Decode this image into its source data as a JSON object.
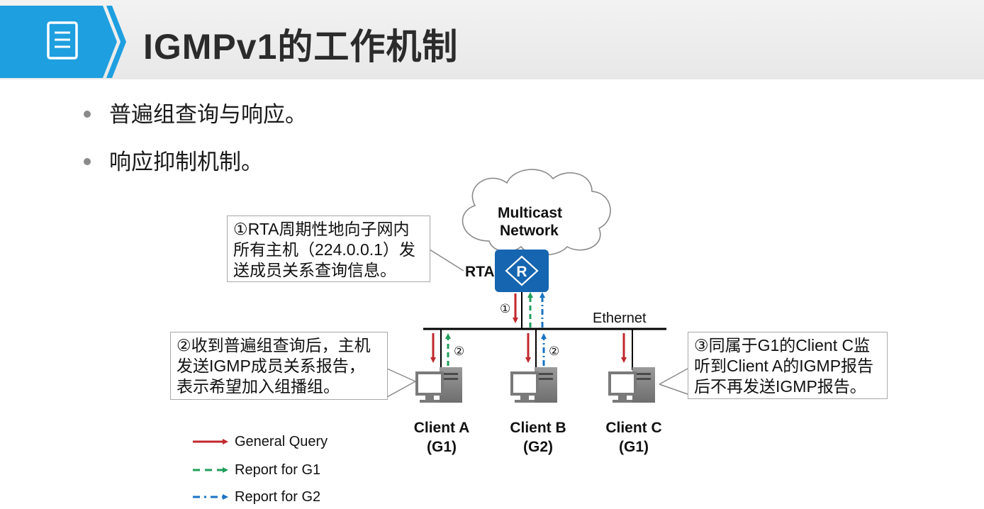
{
  "header": {
    "title": "IGMPv1的工作机制",
    "icon": "document-list-icon",
    "accent_color": "#1e9fe0"
  },
  "bullets": [
    "普遍组查询与响应。",
    "响应抑制机制。"
  ],
  "diagram": {
    "cloud_label_line1": "Multicast",
    "cloud_label_line2": "Network",
    "router_label": "RTA",
    "router_icon": "router-icon",
    "segment_label": "Ethernet",
    "step1_marker": "①",
    "step2_marker_a": "②",
    "step2_marker_b": "②",
    "callout1": [
      "①RTA周期性地向子网内",
      "所有主机（224.0.0.1）发",
      "送成员关系查询信息。"
    ],
    "callout2": [
      "②收到普遍组查询后，主机",
      "发送IGMP成员关系报告，",
      "表示希望加入组播组。"
    ],
    "callout3": [
      "③同属于G1的Client C监",
      "听到Client A的IGMP报告",
      "后不再发送IGMP报告。"
    ],
    "clients": [
      {
        "name": "Client A",
        "group": "(G1)"
      },
      {
        "name": "Client B",
        "group": "(G2)"
      },
      {
        "name": "Client C",
        "group": "(G1)"
      }
    ],
    "legend": [
      {
        "label": "General Query",
        "color": "#c0282d",
        "style": "solid"
      },
      {
        "label": "Report for G1",
        "color": "#1f9e5a",
        "style": "dashed"
      },
      {
        "label": "Report for G2",
        "color": "#1a73c2",
        "style": "dash-dot"
      }
    ]
  }
}
